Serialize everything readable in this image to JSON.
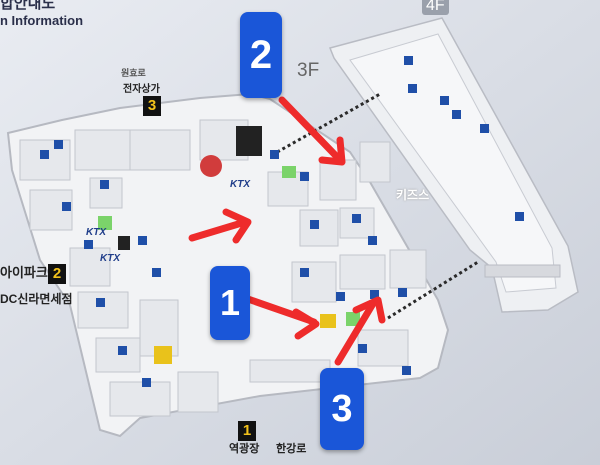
{
  "header": {
    "title": "합안내도",
    "subtitle": "n Information"
  },
  "floors": {
    "third": "3F",
    "fourth": "4F"
  },
  "zones": {
    "north_mall": "전자상가",
    "north_mall_top": "원효로",
    "west_park": "아이파크몰",
    "west_cgv": "DC신라면세점",
    "south_exit_a": "역광장",
    "south_exit_b": "한강로",
    "east_label": "키즈스",
    "ktx_1": "KTX",
    "ktx_2": "KTX",
    "ktx_3": "KTX"
  },
  "exit_numbers": {
    "north": "3",
    "west": "2",
    "south": "1"
  },
  "annotations": [
    {
      "label": "1"
    },
    {
      "label": "2"
    },
    {
      "label": "3"
    }
  ],
  "colors": {
    "arrow": "#ee2b2b",
    "badge": "#1a56d8",
    "floor_plan": "#f3f4f6",
    "walkway": "#e9eaee",
    "icon_blue": "#1f4fa8",
    "ticket_green": "#7bd36a",
    "exit_yellow": "#e9c21b"
  }
}
